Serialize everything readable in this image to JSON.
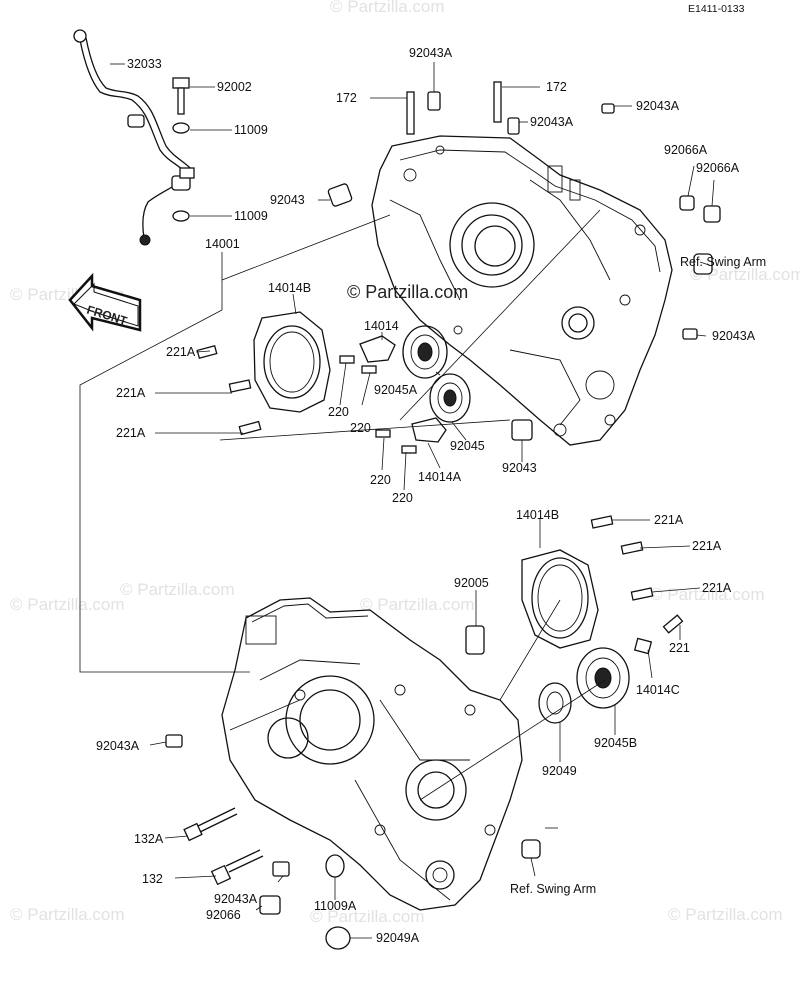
{
  "diagram_code": "E1411-0133",
  "center_watermark": "© Partzilla.com",
  "watermark_text": "© Partzilla.com",
  "front_arrow_label": "FRONT",
  "callouts": {
    "c32033": "32033",
    "c92002": "92002",
    "c11009_top": "11009",
    "c11009_low": "11009",
    "c14001": "14001",
    "c92043A_top": "92043A",
    "c172_left": "172",
    "c172_right": "172",
    "c92043A_mid": "92043A",
    "c92043A_right": "92043A",
    "c92043_upper": "92043",
    "c92066A_1": "92066A",
    "c92066A_2": "92066A",
    "ref_swing_arm_top": "Ref. Swing Arm",
    "c92043A_side": "92043A",
    "c14014B_top": "14014B",
    "c14014": "14014",
    "c221A_1": "221A",
    "c221A_2": "221A",
    "c221A_3": "221A",
    "c220_1": "220",
    "c220_2": "220",
    "c220_3": "220",
    "c220_4": "220",
    "c92045A": "92045A",
    "c92045": "92045",
    "c14014A": "14014A",
    "c92043_lower": "92043",
    "c14014B_low": "14014B",
    "c221A_4": "221A",
    "c221A_5": "221A",
    "c221A_6": "221A",
    "c221": "221",
    "c92005": "92005",
    "c14014C": "14014C",
    "c92045B": "92045B",
    "c92049": "92049",
    "c92043A_low": "92043A",
    "c132A": "132A",
    "c132": "132",
    "c92043A_bottom": "92043A",
    "c92066": "92066",
    "c11009A": "11009A",
    "c92049A": "92049A",
    "ref_swing_arm_bottom": "Ref. Swing Arm"
  }
}
